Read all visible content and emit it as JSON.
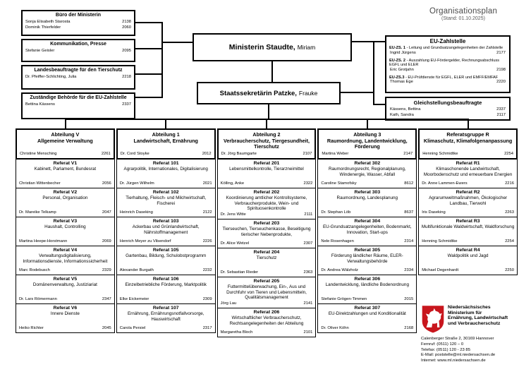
{
  "title": {
    "main": "Organisationsplan",
    "stand": "(Stand: 01.10.2025)"
  },
  "leadership": {
    "minister_bold": "Ministerin Staudte,",
    "minister_light": "Miriam",
    "state_secretary_bold": "Staatssekretärin Patzke,",
    "state_secretary_light": "Frauke"
  },
  "left_boxes": [
    {
      "title": "Büro der Ministerin",
      "people": [
        {
          "name": "Sonja Elisabeth Starosta",
          "phone": "2138"
        },
        {
          "name": "Dominik Thierfelder",
          "phone": "2060"
        }
      ]
    },
    {
      "title": "Kommunikation, Presse",
      "people": [
        {
          "name": "Stefanie Geisler",
          "phone": "2095"
        }
      ]
    },
    {
      "title": "Landesbeauftragte für den Tierschutz",
      "people": [
        {
          "name": "Dr. Pfeiffer-Schlichting, Julia",
          "phone": "2218"
        }
      ]
    },
    {
      "title": "Zuständige Behörde für die EU-Zahlstelle",
      "people": [
        {
          "name": "Bettina Kässens",
          "phone": "2337"
        }
      ]
    }
  ],
  "eu_zahlstelle": {
    "title": "EU-Zahlstelle",
    "entries": [
      {
        "label": "EU-ZS. 1",
        "desc": "- Leitung und Grundsatzangelegenheiten der Zahlstelle",
        "name": "Ingrid Jürgens",
        "phone": "2177"
      },
      {
        "label": "EU-ZS. 2",
        "desc": "- Auszahlung EU-Fördergelder, Rechnungsabschluss EGFL und ELER",
        "name": "Eric Grotjahn",
        "phone": "2198"
      },
      {
        "label": "EU-ZS.3",
        "desc": "- EU-Prüfdienste für EGFL, ELER und EMFF/EMFAF",
        "name": "Thomas Ege",
        "phone": "2220"
      }
    ]
  },
  "gleichstellung": {
    "title": "Gleichstellungsbeauftragte",
    "people": [
      {
        "name": "Kässens, Bettina",
        "phone": "2337"
      },
      {
        "name": "Kath, Sandra",
        "phone": "2117"
      }
    ]
  },
  "departments": [
    {
      "code": "Abteilung V",
      "name": "Allgemeine Verwaltung",
      "head": "Christine Mensching",
      "phone": "2261",
      "units": [
        {
          "code": "Referat V1",
          "name": "Kabinett, Parlament, Bundesrat",
          "head": "Christian Wittenbecher",
          "phone": "2056"
        },
        {
          "code": "Referat V2",
          "name": "Personal, Organisation",
          "head": "Dr. Mareike Telkamp",
          "phone": "2047"
        },
        {
          "code": "Referat V3",
          "name": "Haushalt, Controlling",
          "head": "Martina Heepe-Horstmann",
          "phone": "2069"
        },
        {
          "code": "Referat V4",
          "name": "Verwaltungsdigitalisierung, Informationsdienste, Informationssicherheit",
          "head": "Marc Rodebusch",
          "phone": "2329"
        },
        {
          "code": "Referat V5",
          "name": "Domänenverwaltung, Justiziariat",
          "head": "Dr. Lars Römermann",
          "phone": "2347"
        },
        {
          "code": "Referat V6",
          "name": "Innere Dienste",
          "head": "Heiko Richter",
          "phone": "2045"
        }
      ]
    },
    {
      "code": "Abteilung 1",
      "name": "Landwirtschaft, Ernährung",
      "head": "Dr. Cord Stoyke",
      "phone": "2012",
      "units": [
        {
          "code": "Referat 101",
          "name": "Agrarpolitik, Internationales, Digitalisierung",
          "head": "Dr. Jürgen Wilhelm",
          "phone": "2021"
        },
        {
          "code": "Referat 102",
          "name": "Tierhaltung, Fleisch- und Milchwirtschaft, Fischerei",
          "head": "Heinrich Daseking",
          "phone": "2122"
        },
        {
          "code": "Referat 103",
          "name": "Ackerbau und Grünlandwirtschaft, Nährstoffmanagement",
          "head": "Henrich Meyer zu Vilsendorf",
          "phone": "2226"
        },
        {
          "code": "Referat 105",
          "name": "Gartenbau, Bildung, Schulobstprogramm",
          "head": "Alexander Burgath",
          "phone": "2232"
        },
        {
          "code": "Referat 106",
          "name": "Einzelbetriebliche Förderung, Marktpolitik",
          "head": "Elke Eickemeier",
          "phone": "2309"
        },
        {
          "code": "Referat 107",
          "name": "Ernährung, Ernährungsnotfallvorsorge, Hauswirtschaft",
          "head": "Carola Persiel",
          "phone": "2317"
        }
      ]
    },
    {
      "code": "Abteilung 2",
      "name": "Verbraucherschutz, Tiergesundheit, Tierschutz",
      "head": "Dr. Jörg Baumgarte",
      "phone": "2107",
      "units": [
        {
          "code": "Referat 201",
          "name": "Lebensmittelkontrolle, Tierarzneimittel",
          "head": "Kölling, Anke",
          "phone": "2322"
        },
        {
          "code": "Referat 202",
          "name": "Koordinierung amtlicher Kontrollsysteme, Verbraucherprodukte, Wein- und Spirituosenkontrolle",
          "head": "Dr. Jens Witte",
          "phone": "2111"
        },
        {
          "code": "Referat 203",
          "name": "Tierseuchen, Tierseuchenkasse, Beseitigung tierischer Nebenprodukte,",
          "head": "Dr. Alice Wetzel",
          "phone": "2307"
        },
        {
          "code": "Referat 204",
          "name": "Tierschutz",
          "head": "Dr. Sebastian Rieder",
          "phone": "2363"
        },
        {
          "code": "Referat 205",
          "name": "Futtermittelüberwachung, Ein-, Aus und Durchfuhr von Tieren und Lebensmitteln, Qualitätsmanagement",
          "head": "Jörg Lau",
          "phone": "2141"
        },
        {
          "code": "Referat 206",
          "name": "Wirtschaftlicher Verbraucherschutz, Rechtsangelegenheiten der Abteilung",
          "head": "Margaretha Bloch",
          "phone": "2101"
        }
      ]
    },
    {
      "code": "Abteilung 3",
      "name": "Raumordnung, Landentwicklung, Förderung",
      "head": "Martina Weber",
      "phone": "2147",
      "units": [
        {
          "code": "Referat 302",
          "name": "Raumordnungsrecht, Regionalplanung, Windenergie, Wasser, Abfall",
          "head": "Caroline Stamofsky",
          "phone": "8612"
        },
        {
          "code": "Referat 303",
          "name": "Raumordnung, Landesplanung",
          "head": "Dr. Stephan Löb",
          "phone": "8637"
        },
        {
          "code": "Referat 304",
          "name": "EU-Grundsatzangelegenheiten, Bodenmarkt, Innovation, Start-ups",
          "head": "Nele Rosenhagen",
          "phone": "2314"
        },
        {
          "code": "Referat 305",
          "name": "Förderung ländlicher Räume, ELER-Verwaltungsbehörde",
          "head": "Dr. Andrea Wälzholz",
          "phone": "2334"
        },
        {
          "code": "Referat 306",
          "name": "Landentwicklung, ländliche Bodenordnung",
          "head": "Stefanie Grögen-Timmen",
          "phone": "2015"
        },
        {
          "code": "Referat 307",
          "name": "EU-Direktzahlungen und Konditionalität",
          "head": "Dr. Oliver Köhn",
          "phone": "2168"
        }
      ]
    },
    {
      "code": "Referatsgruppe R",
      "name": "Klimaschutz, Klimafolgenanpassung",
      "head": "Henning Schmidtke",
      "phone": "2254",
      "units": [
        {
          "code": "Referat R1",
          "name": "Klimaschonende Landwirtschaft, Moorbodenschutz und erneuerbare Energien",
          "head": "Dr. Anne Lammen-Ewers",
          "phone": "2216"
        },
        {
          "code": "Referat R2",
          "name": "Agrarumweltmaßnahmen, Ökologischer Landbau, Tierwohl",
          "head": "Iris Daseking",
          "phone": "2263"
        },
        {
          "code": "Referat R3",
          "name": "Multifunktionale Waldwirtschaft, Waldforschung",
          "head": "Henning Schmidtke",
          "phone": "2254"
        },
        {
          "code": "Referat R4",
          "name": "Waldpolitik und Jagd",
          "head": "Michael Degenhardt",
          "phone": "2250"
        }
      ]
    }
  ],
  "footer": {
    "logo_color": "#c8161d",
    "ministry_lines": [
      "Niedersächsisches",
      "Ministerium für",
      "Ernährung, Landwirtschaft",
      "und Verbraucherschutz"
    ],
    "contact": [
      "Calenberger Straße 2, 30169 Hannover",
      "Fernruf: (0511) 120 – 0",
      "Telefax: (0511) 120 - 23 85",
      "E-Mail: poststelle@ml.niedersachsen.de",
      "Internet: www.ml.niedersachsen.de"
    ]
  }
}
